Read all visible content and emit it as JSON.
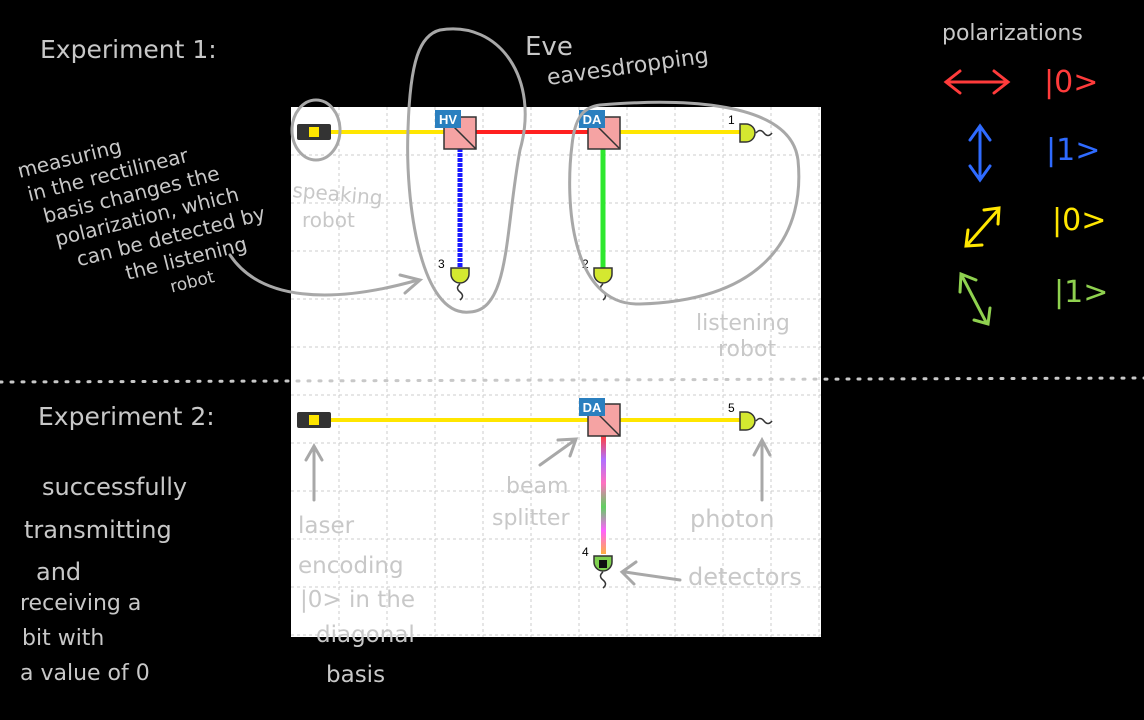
{
  "annotations": {
    "experiment1": "Experiment 1:",
    "experiment2": "Experiment 2:",
    "eve": "Eve",
    "eavesdropping": "eavesdropping",
    "measuring_note": [
      "measuring",
      "in the rectilinear",
      "basis changes the",
      "polarization, which",
      "can be detected by",
      "the listening",
      "robot"
    ],
    "speaking_robot": [
      "speaking",
      "robot"
    ],
    "listening_robot": [
      "listening",
      "robot"
    ],
    "success_note": [
      "successfully",
      "transmitting",
      "and",
      "receiving a",
      "bit with",
      "a value of 0"
    ],
    "laser_note": [
      "laser",
      "encoding",
      "|0> in the",
      "diagonal",
      "basis"
    ],
    "beam_splitter": [
      "beam",
      "splitter"
    ],
    "photon": "photon",
    "detectors": "detectors"
  },
  "legend": {
    "title": "polarizations",
    "items": [
      {
        "direction": "horizontal",
        "color": "#ff3b3b",
        "state": "|0>"
      },
      {
        "direction": "vertical",
        "color": "#2f6bff",
        "state": "|1>"
      },
      {
        "direction": "diagonal-up",
        "color": "#ffe600",
        "state": "|0>"
      },
      {
        "direction": "diagonal-down",
        "color": "#8fd14f",
        "state": "|1>"
      }
    ]
  },
  "components": {
    "splitter_hv": "HV",
    "splitter_da_top": "DA",
    "splitter_da_bottom": "DA",
    "detector_numbers": [
      "1",
      "2",
      "3",
      "4",
      "5"
    ]
  },
  "colors": {
    "beam_yellow": "#ffe600",
    "beam_red": "#ff2020",
    "beam_blue": "#1a1aff",
    "beam_green": "#2ee82e",
    "splitter": "#f5a3a3",
    "badge": "#2a7fbf",
    "board": "#ffffff",
    "grid": "#cccccc"
  }
}
